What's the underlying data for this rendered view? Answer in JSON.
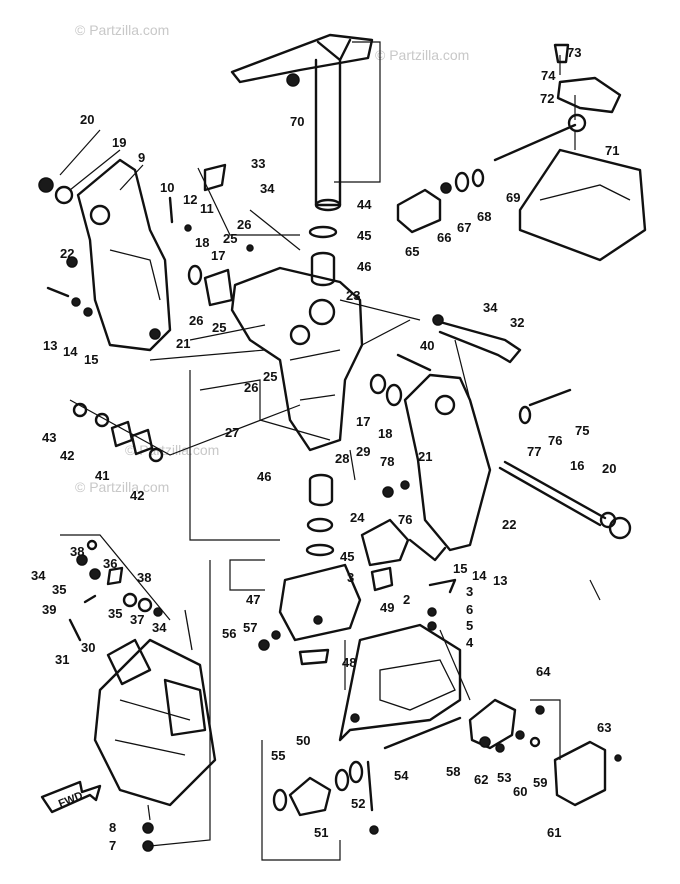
{
  "watermark": "© Partzilla.com",
  "fwd_label": "FWD",
  "callouts": [
    "73",
    "74",
    "72",
    "70",
    "71",
    "69",
    "68",
    "67",
    "66",
    "65",
    "44",
    "45",
    "46",
    "23",
    "20",
    "19",
    "9",
    "33",
    "34",
    "10",
    "12",
    "11",
    "26",
    "25",
    "18",
    "17",
    "22",
    "13",
    "14",
    "15",
    "21",
    "26",
    "25",
    "32",
    "34",
    "40",
    "26",
    "25",
    "27",
    "43",
    "42",
    "41",
    "42",
    "17",
    "18",
    "75",
    "76",
    "77",
    "16",
    "20",
    "78",
    "21",
    "28",
    "29",
    "76",
    "46",
    "24",
    "45",
    "3",
    "2",
    "49",
    "3",
    "6",
    "5",
    "4",
    "22",
    "15",
    "14",
    "13",
    "47",
    "56",
    "57",
    "48",
    "38",
    "36",
    "38",
    "34",
    "35",
    "35",
    "39",
    "37",
    "34",
    "30",
    "31",
    "64",
    "63",
    "58",
    "62",
    "53",
    "60",
    "59",
    "61",
    "55",
    "50",
    "51",
    "52",
    "54",
    "8",
    "7"
  ]
}
